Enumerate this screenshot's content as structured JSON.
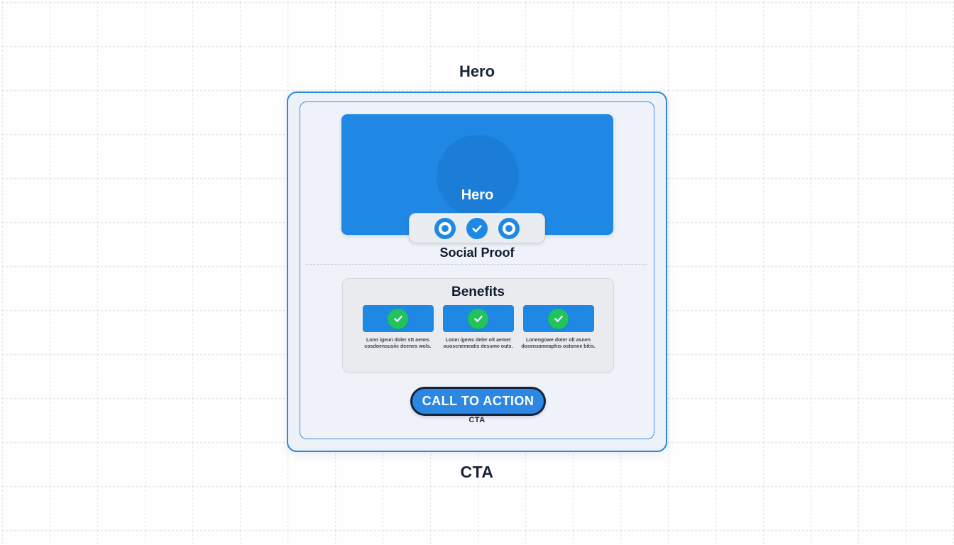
{
  "canvas": {
    "grid_line_color": "#e1e4e9",
    "background_color": "#fefefe"
  },
  "annotations": {
    "hero_label": "Hero",
    "cta_label": "CTA"
  },
  "wireframe": {
    "accent_color": "#1e88e5",
    "frame_border_color": "#2d86dd",
    "hero": {
      "title": "Hero",
      "toolbar_icons": [
        "circle-icon",
        "check-icon",
        "circle-icon"
      ]
    },
    "social_proof": {
      "label": "Social Proof"
    },
    "benefits": {
      "title": "Benefits",
      "check_color": "#21c35d",
      "items": [
        {
          "text": "Lonn igeun doler stt aenes cosdoensusiic deenes wols."
        },
        {
          "text": "Lonm igews deler olt aemet ouoscnemeatis desume outs."
        },
        {
          "text": "Lonengowe doter olt asnen dosensameaphis ostonne bitis."
        }
      ]
    },
    "cta": {
      "button_label": "CALL TO ACTION",
      "caption": "CTA"
    }
  }
}
